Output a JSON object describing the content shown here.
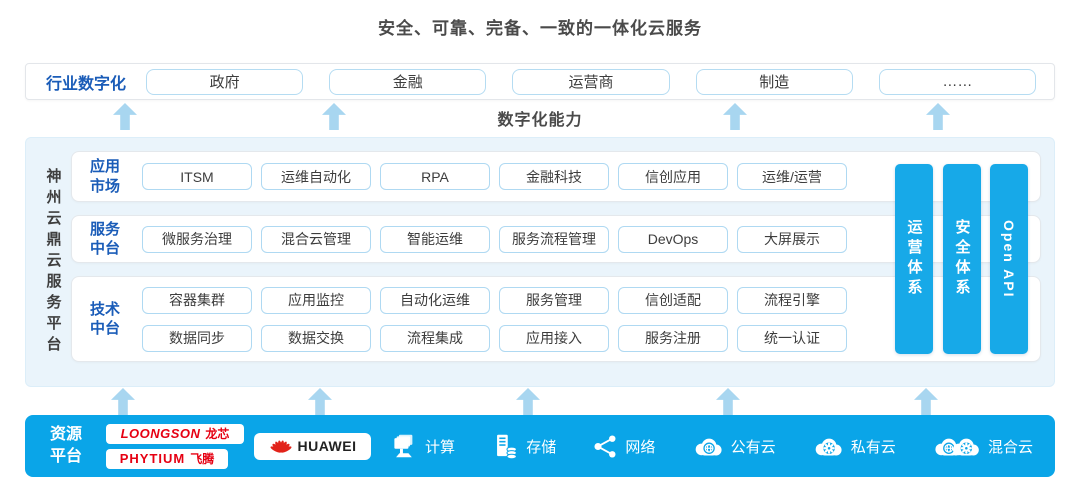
{
  "colors": {
    "accent_blue": "#0AA5E8",
    "pillar_blue": "#17A9E8",
    "arrow_blue": "#A8D6F0",
    "panel_bg": "#EAF4FB",
    "box_border": "#AFD9F2",
    "label_blue": "#1A5CB8",
    "dark_text": "#4A4A4A",
    "logo_red": "#E60012",
    "huawei_red": "#E2231A"
  },
  "title": "安全、可靠、完备、一致的一体化云服务",
  "industry_row": {
    "label": "行业数字化",
    "items": [
      "政府",
      "金融",
      "运营商",
      "制造",
      "……"
    ]
  },
  "capability_band": {
    "label": "数字化能力"
  },
  "icons": {
    "arrow": "up-arrow-icon",
    "resource_icons": [
      "compute-icon",
      "storage-icon",
      "network-icon",
      "public-cloud-icon",
      "private-cloud-icon",
      "hybrid-cloud-icon"
    ],
    "huawei": "huawei-flower-icon"
  },
  "platform": {
    "side_label": "神州云鼎云服务平台",
    "rows": [
      {
        "label_lines": [
          "应用",
          "市场"
        ],
        "groups": [
          [
            "ITSM",
            "运维自动化",
            "RPA",
            "金融科技",
            "信创应用",
            "运维/运营"
          ]
        ]
      },
      {
        "label_lines": [
          "服务",
          "中台"
        ],
        "groups": [
          [
            "微服务治理",
            "混合云管理",
            "智能运维",
            "服务流程管理",
            "DevOps",
            "大屏展示"
          ]
        ]
      },
      {
        "label_lines": [
          "技术",
          "中台"
        ],
        "groups": [
          [
            "容器集群",
            "应用监控",
            "自动化运维",
            "服务管理",
            "信创适配",
            "流程引擎"
          ],
          [
            "数据同步",
            "数据交换",
            "流程集成",
            "应用接入",
            "服务注册",
            "统一认证"
          ]
        ]
      }
    ],
    "pillars": [
      "运营体系",
      "安全体系",
      "Open API"
    ]
  },
  "resource_bar": {
    "label_lines": [
      "资源",
      "平台"
    ],
    "vendors": [
      {
        "id": "loongson",
        "text": "LOONGSON",
        "suffix": "龙芯"
      },
      {
        "id": "phytium",
        "text": "PHYTIUM",
        "suffix": "飞腾"
      },
      {
        "id": "huawei",
        "text": "HUAWEI"
      }
    ],
    "resources": [
      {
        "icon": "compute-icon",
        "label": "计算"
      },
      {
        "icon": "storage-icon",
        "label": "存储"
      },
      {
        "icon": "network-icon",
        "label": "网络"
      },
      {
        "icon": "public-cloud-icon",
        "label": "公有云"
      },
      {
        "icon": "private-cloud-icon",
        "label": "私有云"
      },
      {
        "icon": "hybrid-cloud-icon",
        "label": "混合云"
      }
    ]
  }
}
